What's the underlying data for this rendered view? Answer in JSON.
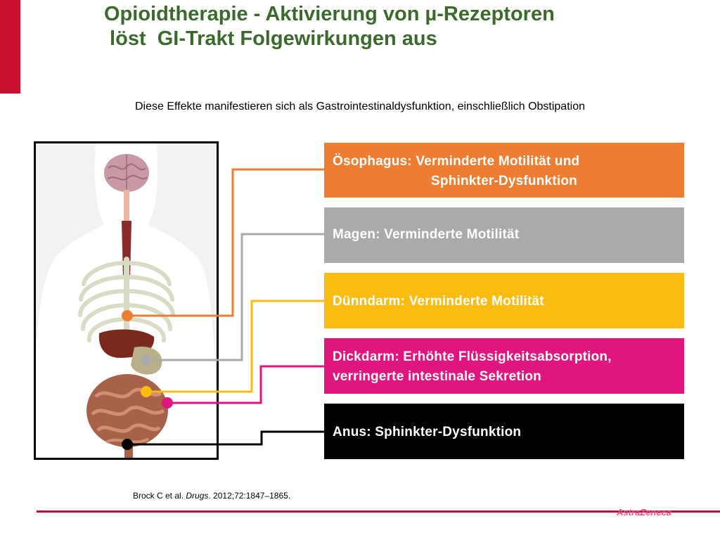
{
  "slide": {
    "title_line1": "Opioidtherapie - Aktivierung von µ-Rezeptoren",
    "title_line2": " löst  GI-Trakt Folgewirkungen aus",
    "subtitle": "Diese Effekte manifestieren sich als Gastrointestinaldysfunktion, einschließlich Obstipation",
    "citation": {
      "authors": "Brock C et al. ",
      "journal": "Drugs",
      "details": ". 2012;72:1847–1865."
    },
    "brand": "AstraZeneca",
    "colors": {
      "title": "#3b6b2c",
      "accent": "#c8102e",
      "orange": "#ed7d31",
      "gray": "#aaaaaa",
      "yellow": "#fbbc11",
      "magenta": "#e0157f",
      "black": "#000000"
    }
  },
  "effects": [
    {
      "line1": "Ösophagus: Verminderte Motilität und",
      "line2": "Sphinkter-Dysfunktion",
      "color": "#ed7d31"
    },
    {
      "line1": "Magen: Verminderte Motilität",
      "line2": "",
      "color": "#aaaaaa"
    },
    {
      "line1": "Dünndarm: Verminderte Motilität",
      "line2": "",
      "color": "#fbbc11"
    },
    {
      "line1": "Dickdarm: Erhöhte Flüssigkeitsabsorption,",
      "line2": "verringerte intestinale Sekretion",
      "color": "#e0157f"
    },
    {
      "line1": "Anus: Sphinkter-Dysfunktion",
      "line2": "",
      "color": "#000000"
    }
  ]
}
